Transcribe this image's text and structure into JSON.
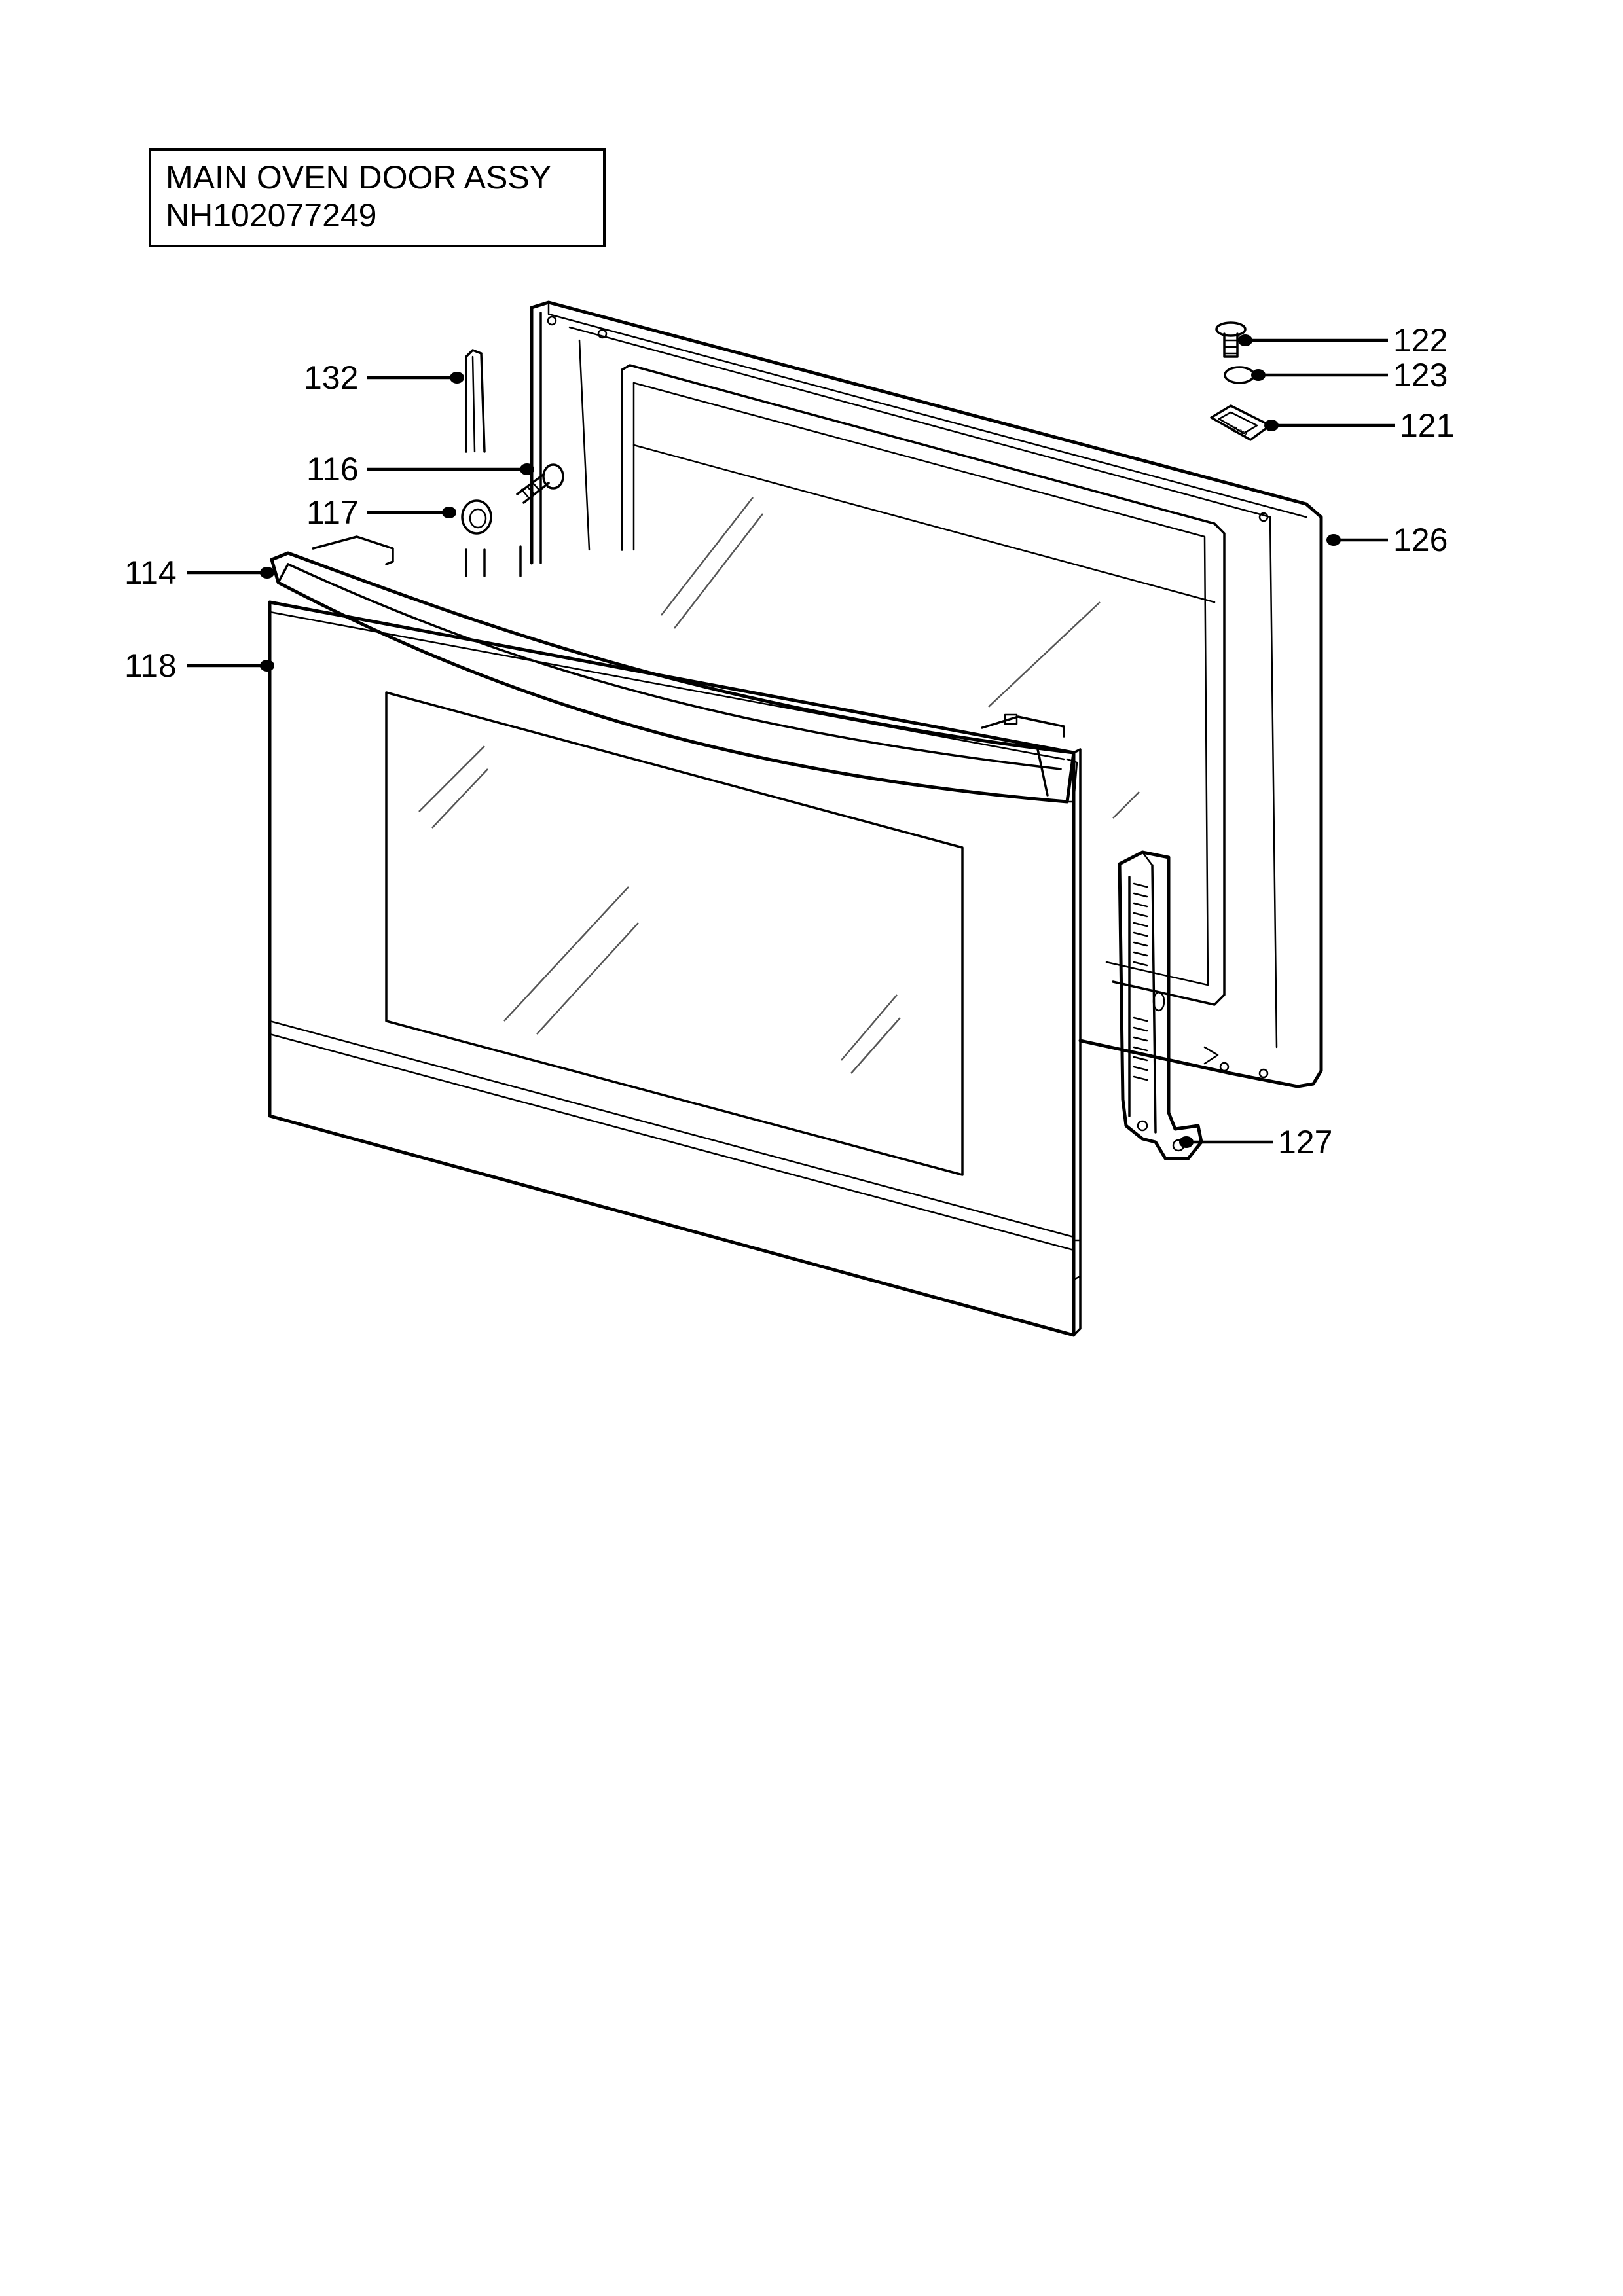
{
  "title": {
    "line1": "MAIN OVEN DOOR ASSY",
    "line2": "NH102077249"
  },
  "callouts": [
    {
      "id": "122",
      "label": "122"
    },
    {
      "id": "123",
      "label": "123"
    },
    {
      "id": "121",
      "label": "121"
    },
    {
      "id": "132",
      "label": "132"
    },
    {
      "id": "116",
      "label": "116"
    },
    {
      "id": "117",
      "label": "117"
    },
    {
      "id": "114",
      "label": "114"
    },
    {
      "id": "118",
      "label": "118"
    },
    {
      "id": "126",
      "label": "126"
    },
    {
      "id": "127",
      "label": "127"
    }
  ]
}
